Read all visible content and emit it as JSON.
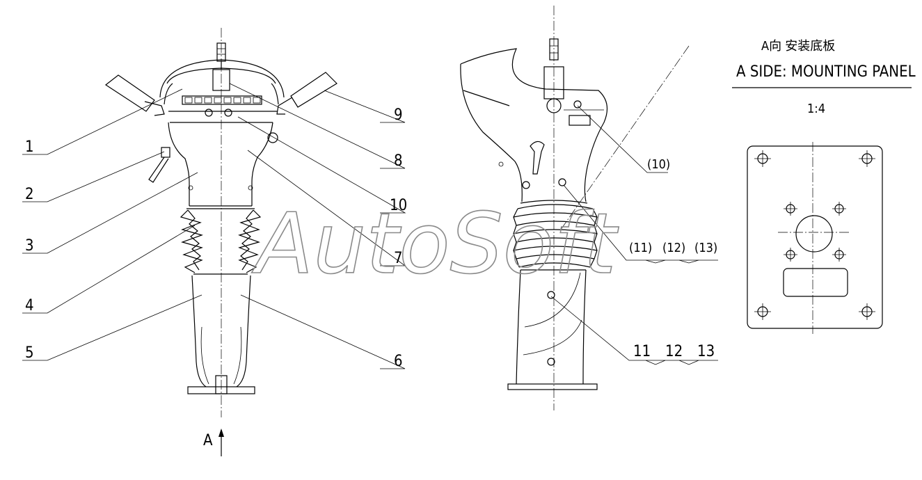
{
  "title_cn": "A向 安装底板",
  "title_en": "A SIDE: MOUNTING PANEL",
  "scale": "1:4",
  "view_marker": "A",
  "watermark": "AutoSoft",
  "callouts_left": [
    "1",
    "2",
    "3",
    "4",
    "5",
    "6",
    "7",
    "8",
    "9",
    "10"
  ],
  "callouts_side": {
    "top": "(10)",
    "mid": [
      "(11)",
      "(12)",
      "(13)"
    ],
    "bottom": [
      "11",
      "12",
      "13"
    ]
  },
  "colors": {
    "line": "#000000",
    "watermark": "#8a8a8a",
    "background": "#ffffff"
  }
}
